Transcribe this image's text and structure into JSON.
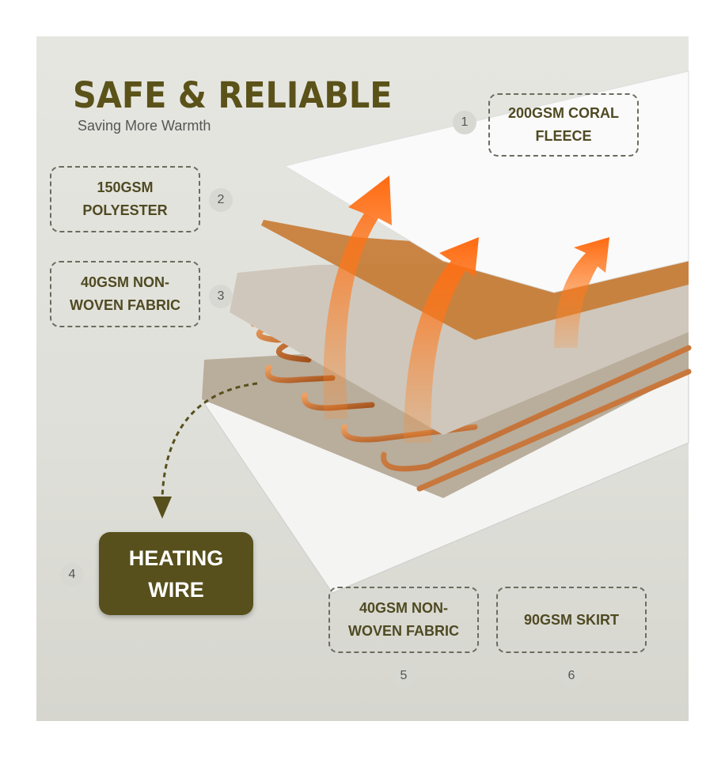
{
  "header": {
    "title": "SAFE & RELIABLE",
    "subtitle": "Saving More Warmth"
  },
  "layers": [
    {
      "number": "1",
      "label": "200GSM CORAL FLEECE"
    },
    {
      "number": "2",
      "label": "150GSM POLYESTER"
    },
    {
      "number": "3",
      "label": "40GSM NON- WOVEN FABRIC"
    },
    {
      "number": "4",
      "label": "HEATING WIRE"
    },
    {
      "number": "5",
      "label": "40GSM NON- WOVEN FABRIC"
    },
    {
      "number": "6",
      "label": "90GSM SKIRT"
    }
  ],
  "colors": {
    "accent": "#57501c",
    "copper": "#c8742e",
    "heat": "#ff7a1a"
  }
}
